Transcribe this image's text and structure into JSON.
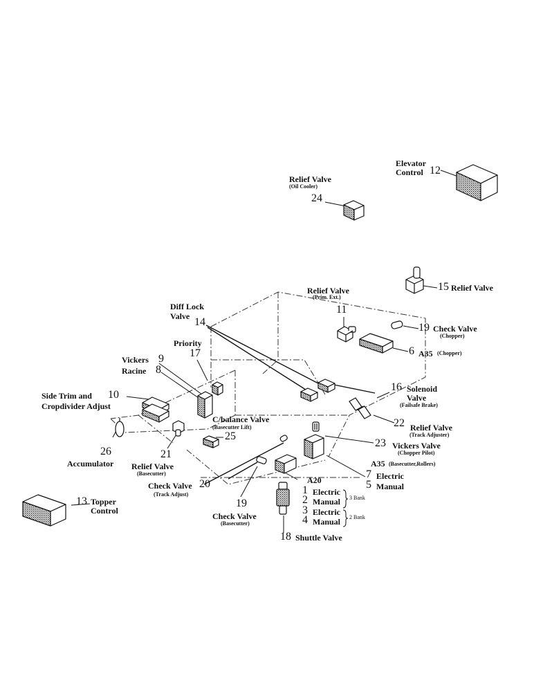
{
  "components": {
    "elevator_control": {
      "number": "12",
      "name_line1": "Elevator",
      "name_line2": "Control"
    },
    "relief_valve_oil_cooler": {
      "number": "24",
      "name": "Relief Valve",
      "sub": "(Oil Cooler)"
    },
    "relief_valve_15": {
      "number": "15",
      "name": "Relief Valve"
    },
    "relief_valve_prim_ext": {
      "number": "11",
      "name": "Relief Valve",
      "sub": "(Prim. Ext.)"
    },
    "check_valve_chopper": {
      "number": "19",
      "name": "Check Valve",
      "sub": "(Chopper)"
    },
    "a35_chopper": {
      "number": "6",
      "name": "A35",
      "sub": "(Chopper)"
    },
    "diff_lock_valve": {
      "number": "14",
      "name_line1": "Diff Lock",
      "name_line2": "Valve"
    },
    "priority": {
      "number": "17",
      "name": "Priority"
    },
    "vickers": {
      "number": "9",
      "name": "Vickers"
    },
    "racine": {
      "number": "8",
      "name": "Racine"
    },
    "side_trim": {
      "number": "10",
      "name_line1": "Side Trim and",
      "name_line2": "Cropdivider Adjust"
    },
    "solenoid_valve": {
      "number": "16",
      "name_line1": "Solenoid",
      "name_line2": "Valve",
      "sub": "(Failsafe Brake)"
    },
    "cbalance_valve": {
      "number": "25",
      "name": "C/balance Valve",
      "sub": "(Basecutter Lift)"
    },
    "accumulator": {
      "number": "26",
      "name": "Accumulator"
    },
    "relief_valve_basecutter": {
      "number": "21",
      "name": "Relief Valve",
      "sub": "(Basecutter)"
    },
    "relief_valve_track_adjuster": {
      "number": "22",
      "name": "Relief Valve",
      "sub": "(Track Adjuster)"
    },
    "vickers_valve_chopper_pilot": {
      "number": "23",
      "name": "Vickers Valve",
      "sub": "(Chopper Pilot)"
    },
    "a35_basecutter": {
      "name": "A35",
      "sub": "(Basecutter,Rollers)"
    },
    "electric_7": {
      "number": "7",
      "name": "Electric"
    },
    "manual_5": {
      "number": "5",
      "name": "Manual"
    },
    "check_valve_track_adjust": {
      "number": "20",
      "name": "Check Valve",
      "sub": "(Track Adjust)"
    },
    "a20": {
      "name": "A20"
    },
    "electric_1": {
      "number": "1",
      "name": "Electric"
    },
    "manual_2": {
      "number": "2",
      "name": "Manual"
    },
    "bank_3": "3 Bank",
    "electric_3": {
      "number": "3",
      "name": "Electric"
    },
    "manual_4": {
      "number": "4",
      "name": "Manual"
    },
    "bank_2": "2 Bank",
    "check_valve_basecutter": {
      "number": "19",
      "name": "Check Valve",
      "sub": "(Basecutter)"
    },
    "shuttle_valve": {
      "number": "18",
      "name": "Shuttle Valve"
    },
    "topper_control": {
      "number": "13",
      "name_line1": "Topper",
      "name_line2": "Control"
    }
  }
}
